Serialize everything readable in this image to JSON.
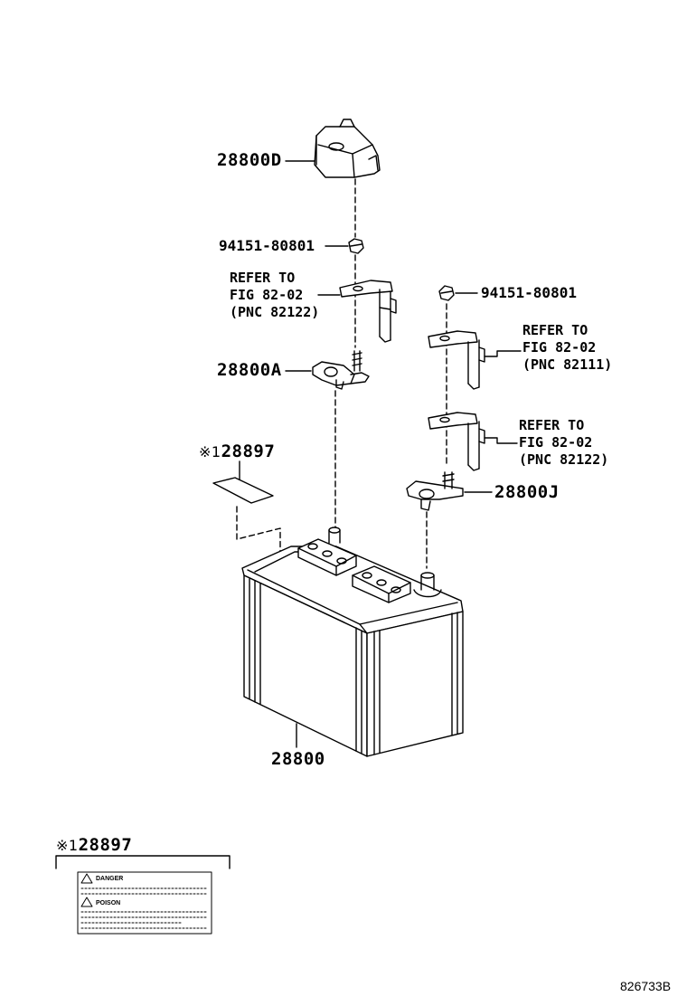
{
  "labels": {
    "cover": "28800D",
    "nut_left": "94151-80801",
    "ref_left": [
      "REFER TO",
      "FIG 82-02",
      "(PNC 82122)"
    ],
    "terminal_left": "28800A",
    "label_part_mark": "※1",
    "label_part": "28897",
    "nut_right": "94151-80801",
    "ref_right_top": [
      "REFER TO",
      "FIG 82-02",
      "(PNC 82111)"
    ],
    "ref_right_bottom": [
      "REFER TO",
      "FIG 82-02",
      "(PNC 82122)"
    ],
    "terminal_right": "28800J",
    "battery": "28800"
  },
  "legend": {
    "mark": "※1",
    "part": "28897",
    "warning_1": "DANGER",
    "warning_2": "POISON"
  },
  "diagram_code": "826733B"
}
